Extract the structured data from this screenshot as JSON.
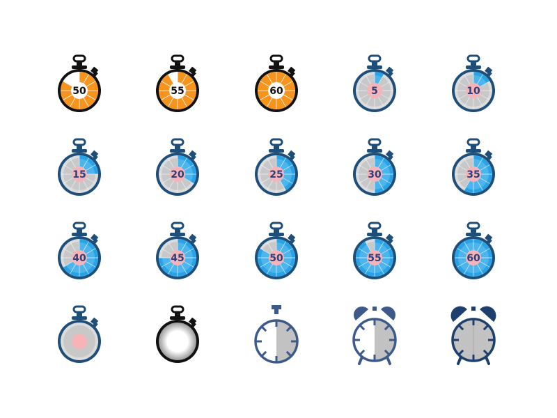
{
  "palette": {
    "orange": "#f7941d",
    "orange_bg": "#ffffff",
    "black": "#111111",
    "navy": "#1f4e79",
    "navy_dark": "#1c3f6e",
    "blue_fill": "#29a3e8",
    "blue_light": "#6cc4f0",
    "gray_face": "#c8c8c8",
    "pink": "#f7b4b8",
    "number_navy": "#2b3f7a",
    "white": "#ffffff"
  },
  "icons": [
    {
      "id": "black-orange-50",
      "style": "timer-black",
      "value": 50,
      "label": "50"
    },
    {
      "id": "black-orange-55",
      "style": "timer-black",
      "value": 55,
      "label": "55"
    },
    {
      "id": "black-orange-60",
      "style": "timer-black",
      "value": 60,
      "label": "60"
    },
    {
      "id": "blue-5",
      "style": "timer-blue",
      "value": 5,
      "label": "5"
    },
    {
      "id": "blue-10",
      "style": "timer-blue",
      "value": 10,
      "label": "10"
    },
    {
      "id": "blue-15",
      "style": "timer-blue",
      "value": 15,
      "label": "15"
    },
    {
      "id": "blue-20",
      "style": "timer-blue",
      "value": 20,
      "label": "20"
    },
    {
      "id": "blue-25",
      "style": "timer-blue",
      "value": 25,
      "label": "25"
    },
    {
      "id": "blue-30",
      "style": "timer-blue",
      "value": 30,
      "label": "30"
    },
    {
      "id": "blue-35",
      "style": "timer-blue",
      "value": 35,
      "label": "35"
    },
    {
      "id": "blue-40",
      "style": "timer-blue",
      "value": 40,
      "label": "40"
    },
    {
      "id": "blue-45",
      "style": "timer-blue",
      "value": 45,
      "label": "45"
    },
    {
      "id": "blue-50",
      "style": "timer-blue",
      "value": 50,
      "label": "50"
    },
    {
      "id": "blue-55",
      "style": "timer-blue",
      "value": 55,
      "label": "55"
    },
    {
      "id": "blue-60",
      "style": "timer-blue",
      "value": 60,
      "label": "60"
    },
    {
      "id": "blue-empty",
      "style": "timer-blue-empty",
      "value": 0,
      "label": ""
    },
    {
      "id": "black-blank",
      "style": "timer-black-blank",
      "value": 0,
      "label": ""
    },
    {
      "id": "flat-stopwatch",
      "style": "flat-stopwatch",
      "value": 30,
      "label": ""
    },
    {
      "id": "alarm-outline",
      "style": "alarm-outline",
      "value": 30,
      "label": ""
    },
    {
      "id": "alarm-solid",
      "style": "alarm-solid",
      "value": 0,
      "label": ""
    }
  ]
}
